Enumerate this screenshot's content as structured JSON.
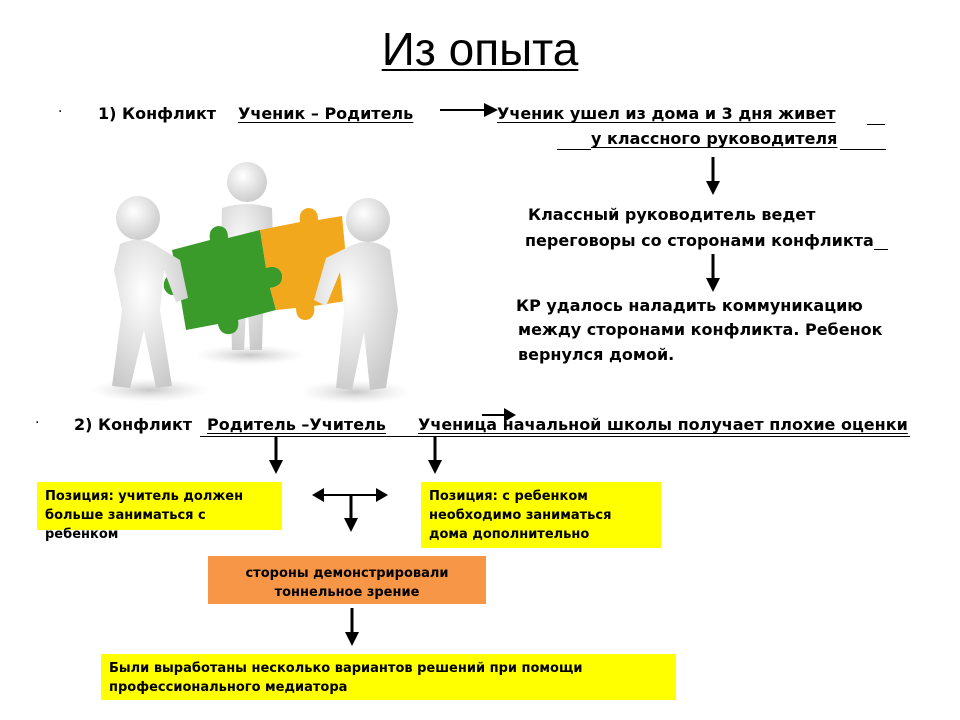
{
  "title": "Из опыта",
  "case1": {
    "bullet": "·",
    "label": "1) Конфликт",
    "parties": "Ученик – Родитель",
    "result_line1": "Ученик ушел из дома и 3 дня живет",
    "result_line2": "у классного руководителя",
    "step2_line1": "Классный руководитель ведет",
    "step2_line2": "переговоры со сторонами конфликта",
    "step3_line1": "КР удалось наладить коммуникацию",
    "step3_line2": "между сторонами конфликта. Ребенок",
    "step3_line3": "вернулся домой."
  },
  "case2": {
    "bullet": "·",
    "label": "2) Конфликт",
    "parties": "Родитель –Учитель",
    "result": "Ученица начальной школы получает плохие оценки",
    "position_teacher": "Позиция: учитель должен больше заниматься с ребенком",
    "position_parent": "Позиция: с ребенком необходимо заниматься дома дополнительно",
    "tunnel": "стороны демонстрировали тоннельное зрение",
    "solution": "Были выработаны  несколько вариантов решений при помощи профессионального медиатора"
  },
  "colors": {
    "box_yellow": "#ffff00",
    "box_orange": "#f79646"
  },
  "illustration": "puzzle-people-illustration"
}
